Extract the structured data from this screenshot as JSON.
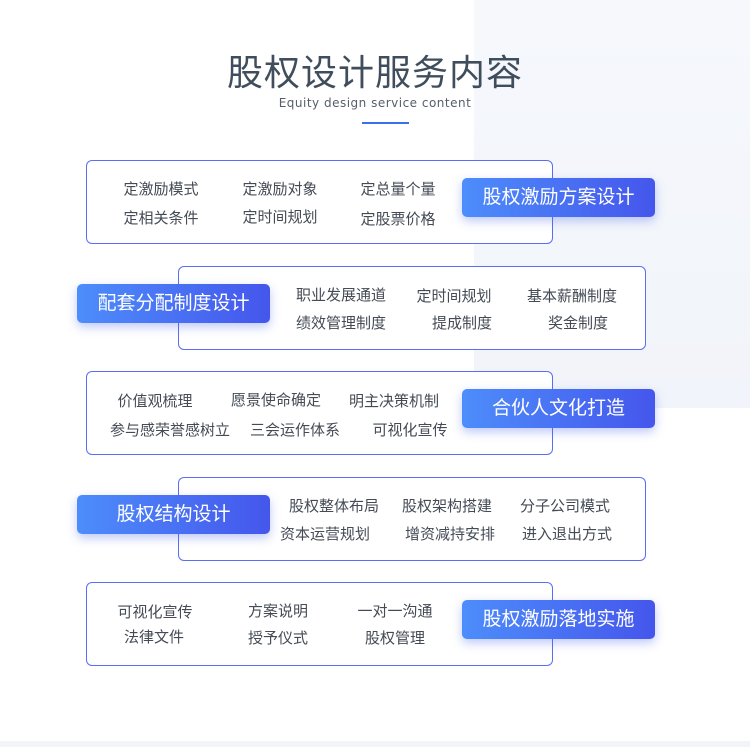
{
  "header": {
    "title": "股权设计服务内容",
    "subtitle": "Equity design service content"
  },
  "colors": {
    "accent": "#3a6ff0",
    "card_border": "#5a6ef5",
    "pill_start": "#4d8dfb",
    "pill_end": "#4556ec"
  },
  "sections": [
    {
      "label": "股权激励方案设计",
      "items": [
        "定激励模式",
        "定激励对象",
        "定总量个量",
        "定相关条件",
        "定时间规划",
        "定股票价格"
      ]
    },
    {
      "label": "配套分配制度设计",
      "items": [
        "职业发展通道",
        "定时间规划",
        "基本薪酬制度",
        "绩效管理制度",
        "提成制度",
        "奖金制度"
      ]
    },
    {
      "label": "合伙人文化打造",
      "items": [
        "价值观梳理",
        "愿景使命确定",
        "明主决策机制",
        "参与感荣誉感树立",
        "三会运作体系",
        "可视化宣传"
      ]
    },
    {
      "label": "股权结构设计",
      "items": [
        "股权整体布局",
        "股权架构搭建",
        "分子公司模式",
        "资本运营规划",
        "增资减持安排",
        "进入退出方式"
      ]
    },
    {
      "label": "股权激励落地实施",
      "items": [
        "可视化宣传",
        "方案说明",
        "一对一沟通",
        "法律文件",
        "授予仪式",
        "股权管理"
      ]
    }
  ]
}
